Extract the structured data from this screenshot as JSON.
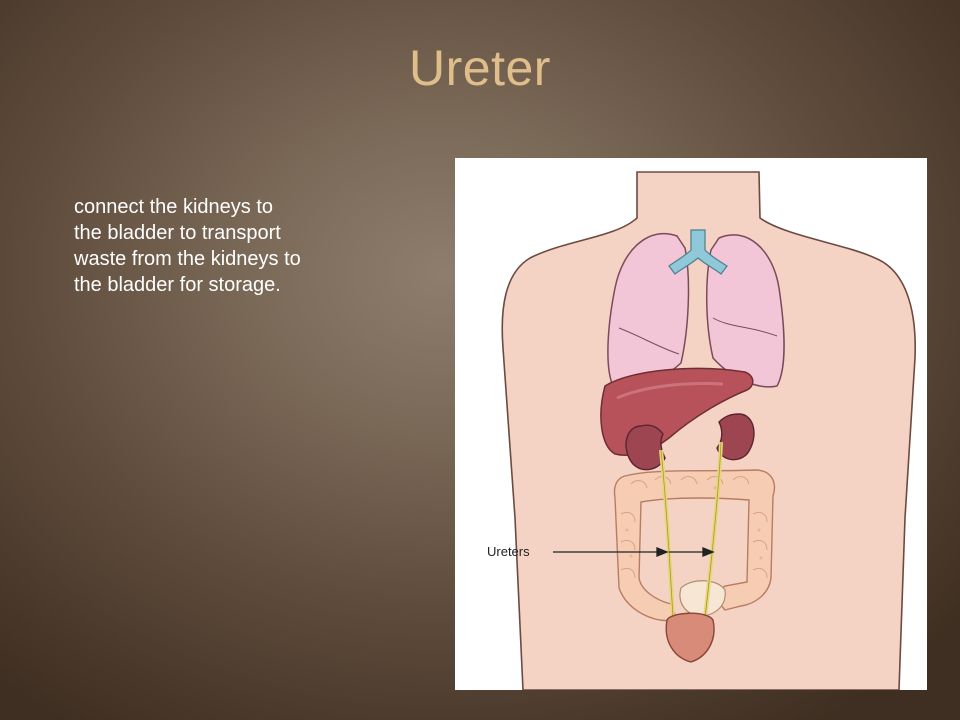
{
  "slide": {
    "title": "Ureter",
    "body_lines": [
      "connect the kidneys to",
      "the bladder to transport",
      "waste from the kidneys to",
      "the bladder for storage."
    ]
  },
  "figure": {
    "label": "Ureters"
  },
  "colors": {
    "title": "#e0be8c",
    "body_text": "#ffffff",
    "skin": "#f4d3c4",
    "lungs": "#f2c6d6",
    "liver": "#b8525a",
    "kidney": "#9e4552",
    "ureter": "#e7d774",
    "intestine": "#f6cdb2",
    "bladder": "#d88b78"
  }
}
